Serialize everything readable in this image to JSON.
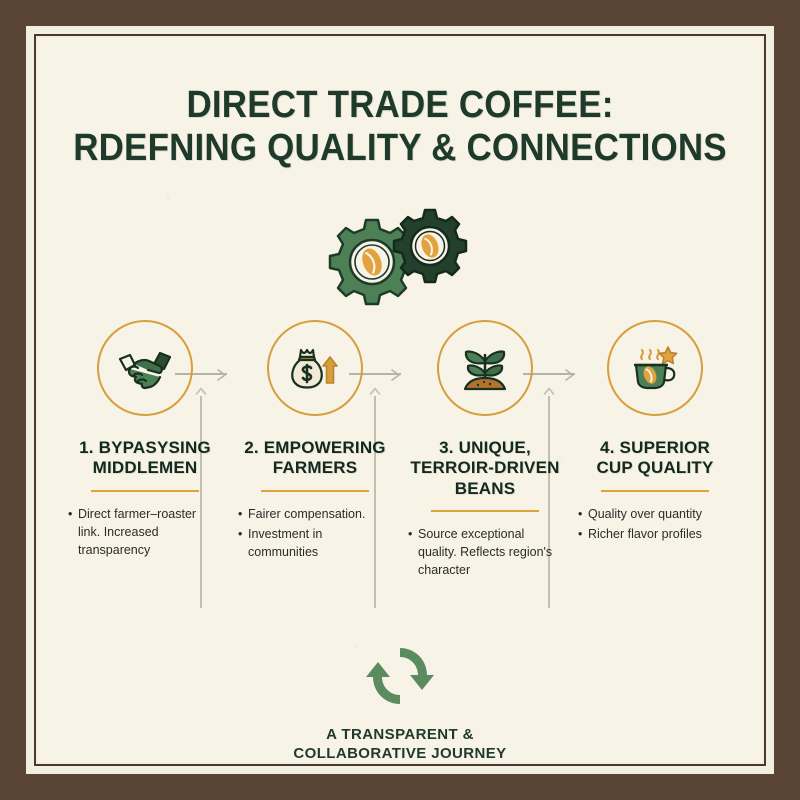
{
  "theme": {
    "frame_brown": "#5A4433",
    "paper_cream": "#F7F4E7",
    "band_cream": "#F2EFE2",
    "dark_green": "#1E3A2B",
    "heading_green": "#12291E",
    "gold": "#E0A43C",
    "gold_ring": "#D79F3C",
    "body_text": "#2B2B28",
    "connector_gray": "#B6B3A6"
  },
  "title": {
    "line1": "DIRECT TRADE COFFEE:",
    "line2": "RDEFNING QUALITY & CONNECTIONS"
  },
  "emblem": {
    "icon": "interlocking-gears-with-coffee-beans-icon",
    "gear_left_color": "#4E8055",
    "gear_right_color": "#22402C",
    "bean_color": "#E2A33F"
  },
  "steps": [
    {
      "icon": "handshake-icon",
      "heading_lines": [
        "1. BYPASYSING",
        "MIDDLEMEN"
      ],
      "bullets": [
        "Direct farmer–roaster link. Increased transparency"
      ]
    },
    {
      "icon": "money-bag-growth-icon",
      "heading_lines": [
        "2. EMPOWERING",
        "FARMERS"
      ],
      "bullets": [
        "Fairer compensation.",
        "Investment in communities"
      ]
    },
    {
      "icon": "coffee-seedling-icon",
      "heading_lines": [
        "3. UNIQUE,",
        "TERROIR-DRIVEN",
        "BEANS"
      ],
      "bullets": [
        "Source exceptional quality.  Reflects region's character"
      ]
    },
    {
      "icon": "coffee-cup-star-icon",
      "heading_lines": [
        "4. SUPERIOR",
        "CUP QUALITY"
      ],
      "bullets": [
        "Quality over quantity",
        "Richer flavor profiles"
      ]
    }
  ],
  "footer": {
    "icon": "cycle-arrows-icon",
    "line1": "A TRANSPARENT &",
    "line2": "COLLABORATIVE JOURNEY",
    "icon_color": "#5B8C5F"
  }
}
